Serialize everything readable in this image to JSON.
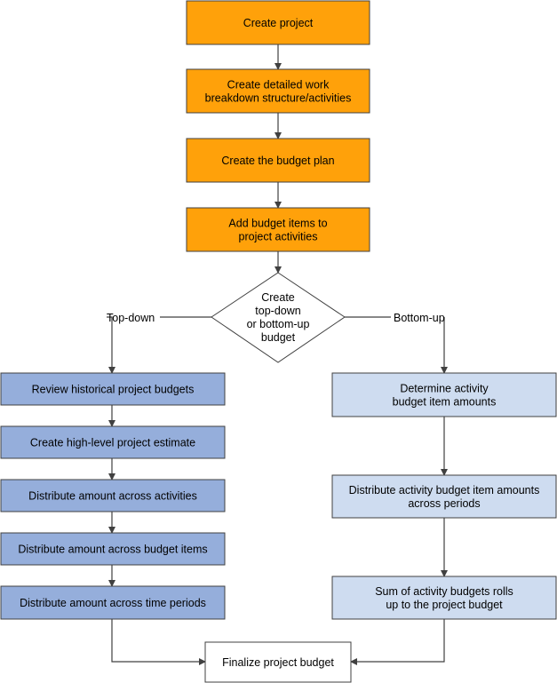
{
  "nodes": {
    "create_project": [
      "Create project"
    ],
    "create_wbs": [
      "Create detailed work",
      "breakdown structure/activities"
    ],
    "create_budget_plan": [
      "Create the budget plan"
    ],
    "add_budget_items": [
      "Add budget items to",
      "project activities"
    ],
    "decision": [
      "Create",
      "top-down",
      "or bottom-up",
      "budget"
    ],
    "review_historical": [
      "Review historical project budgets"
    ],
    "high_level_estimate": [
      "Create high-level project estimate"
    ],
    "distribute_activities": [
      "Distribute amount across activities"
    ],
    "distribute_budget_items": [
      "Distribute amount across budget items"
    ],
    "distribute_time_periods": [
      "Distribute amount across time periods"
    ],
    "determine_amounts": [
      "Determine activity",
      "budget item amounts"
    ],
    "distribute_periods": [
      "Distribute activity budget item amounts",
      "across periods"
    ],
    "sum_rolls_up": [
      "Sum of activity budgets rolls",
      "up to the project budget"
    ],
    "finalize": [
      "Finalize project budget"
    ]
  },
  "edges": {
    "top_down_label": "Top-down",
    "bottom_up_label": "Bottom-up"
  },
  "colors": {
    "setup_steps": "#ffa10a",
    "top_down_steps": "#95aedb",
    "bottom_up_steps": "#cedcf0",
    "final_step": "#ffffff",
    "connector": "#404040"
  }
}
